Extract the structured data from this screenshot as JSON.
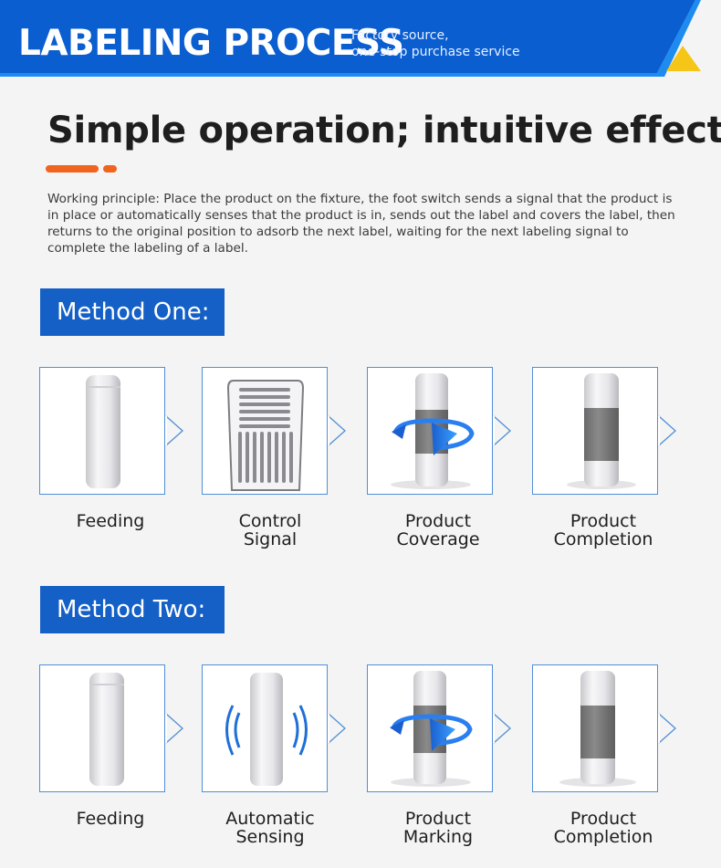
{
  "banner": {
    "title": "LABELING PROCESS",
    "subtitle_line1": "Factory source,",
    "subtitle_line2": "one-stop purchase service",
    "colors": {
      "blue": "#0a5ed0",
      "light_blue": "#1d8bf0",
      "triangle": "#f5c518"
    }
  },
  "heading": {
    "title": "Simple operation; intuitive effect",
    "accent_color": "#f0641e"
  },
  "principle_text": "Working principle: Place the product on the fixture, the foot switch sends a signal that the product is in place or automatically senses that the product is in, sends out the label and covers the label, then returns to the original position to adsorb the next label, waiting for the next labeling signal to complete the labeling of a label.",
  "method_one": {
    "label": "Method One:",
    "steps": [
      {
        "line1": "Feeding",
        "line2": "",
        "icon": "bottle-icon"
      },
      {
        "line1": "Control",
        "line2": "Signal",
        "icon": "foot-switch-icon"
      },
      {
        "line1": "Product",
        "line2": "Coverage",
        "icon": "bottle-wrap-icon"
      },
      {
        "line1": "Product",
        "line2": "Completion",
        "icon": "labeled-bottle-icon"
      }
    ]
  },
  "method_two": {
    "label": "Method Two:",
    "steps": [
      {
        "line1": "Feeding",
        "line2": "",
        "icon": "bottle-icon"
      },
      {
        "line1": "Automatic",
        "line2": "Sensing",
        "icon": "sensing-bottle-icon"
      },
      {
        "line1": "Product",
        "line2": "Marking",
        "icon": "bottle-wrap-icon"
      },
      {
        "line1": "Product",
        "line2": "Completion",
        "icon": "labeled-bottle-icon"
      }
    ]
  }
}
